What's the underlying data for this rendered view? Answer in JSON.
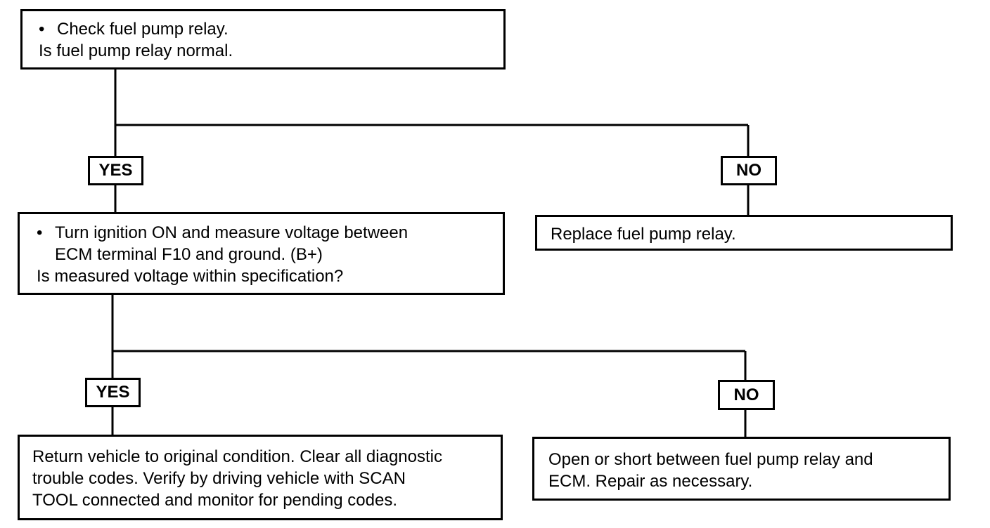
{
  "boxes": {
    "check_relay": {
      "lines": [
        "Check fuel pump relay.",
        "Is fuel pump relay normal."
      ]
    },
    "measure_voltage": {
      "lines": [
        "Turn ignition ON and measure voltage between",
        "ECM terminal F10 and ground. (B+)",
        "Is measured voltage within specification?"
      ]
    },
    "replace_relay": {
      "text": "Replace fuel pump relay."
    },
    "return_vehicle": {
      "lines": [
        "Return vehicle to original condition. Clear all diagnostic",
        "trouble codes. Verify by driving vehicle with SCAN",
        "TOOL connected and monitor for pending codes."
      ]
    },
    "open_short": {
      "lines": [
        "Open or short between fuel pump relay and",
        "ECM. Repair as necessary."
      ]
    }
  },
  "labels": {
    "yes": "YES",
    "no": "NO"
  },
  "bullet": "•"
}
